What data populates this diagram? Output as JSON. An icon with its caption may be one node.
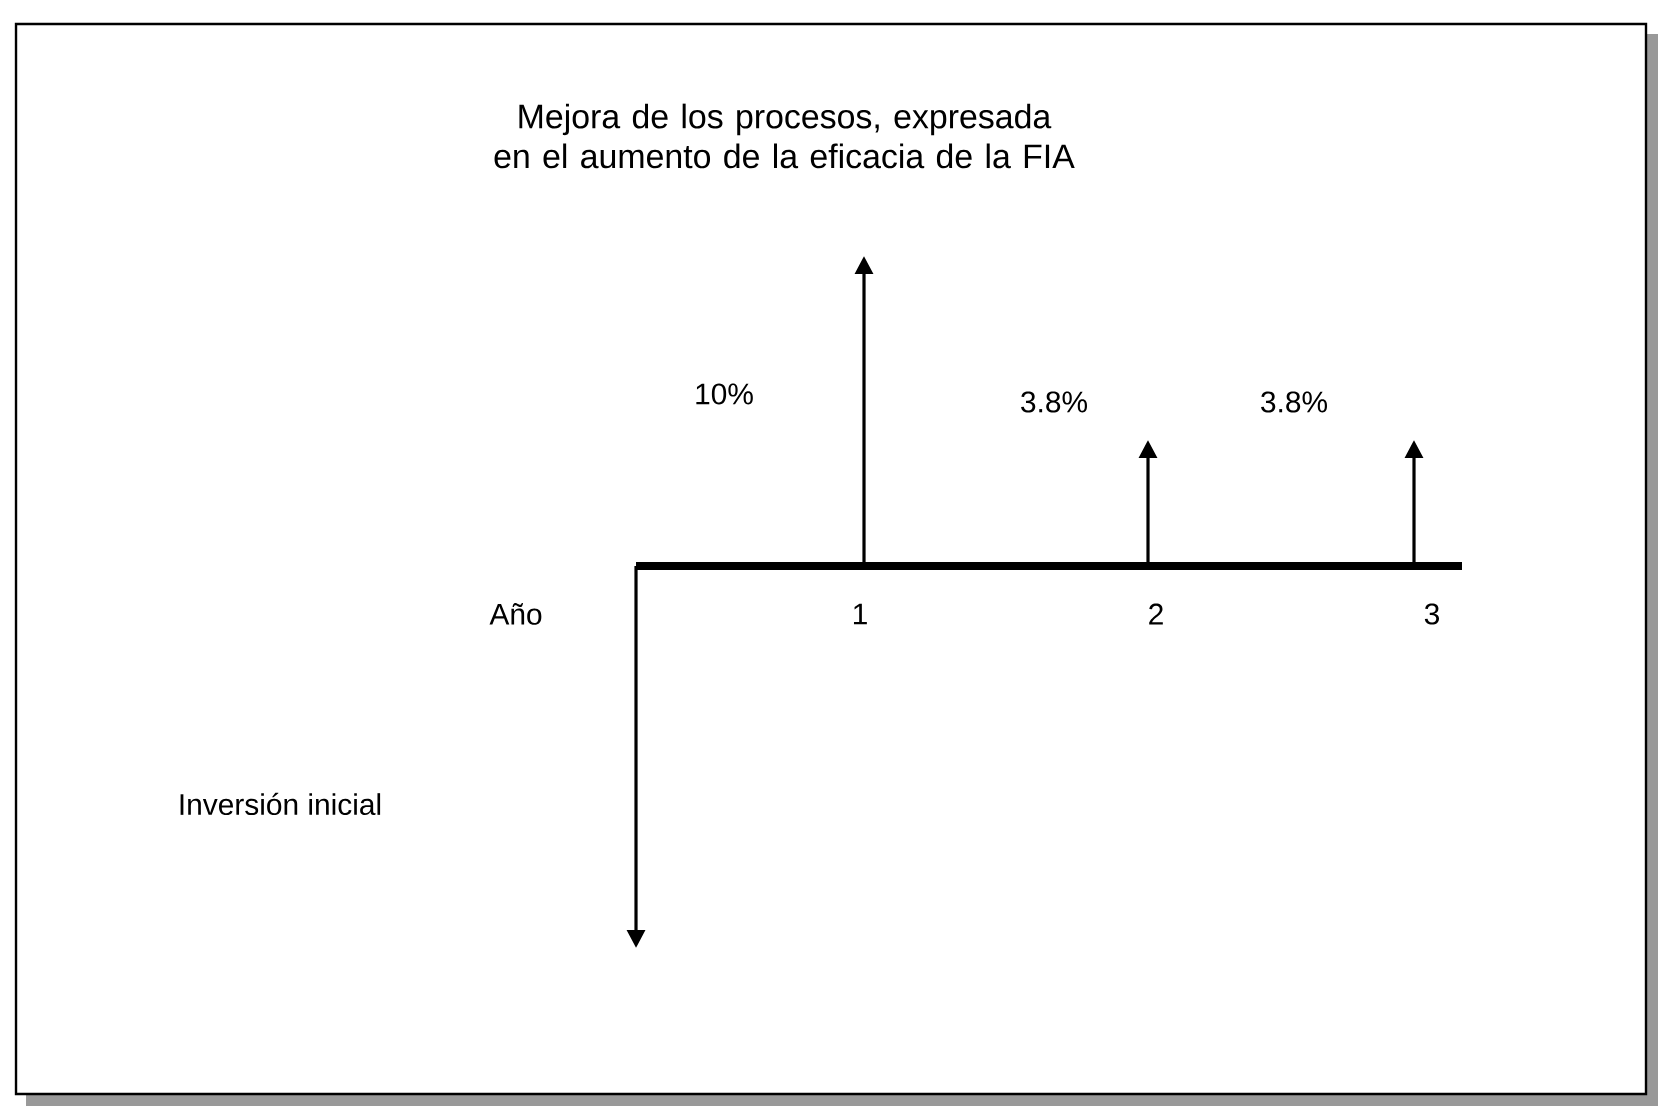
{
  "diagram": {
    "title": "Mejora de los procesos, expresada en el aumento de la eficacia de la FIA",
    "labels": [
      "10%",
      "3.8%",
      "3.8%",
      "Año",
      "1",
      "2",
      "3",
      "Inversión inicial"
    ]
  }
}
